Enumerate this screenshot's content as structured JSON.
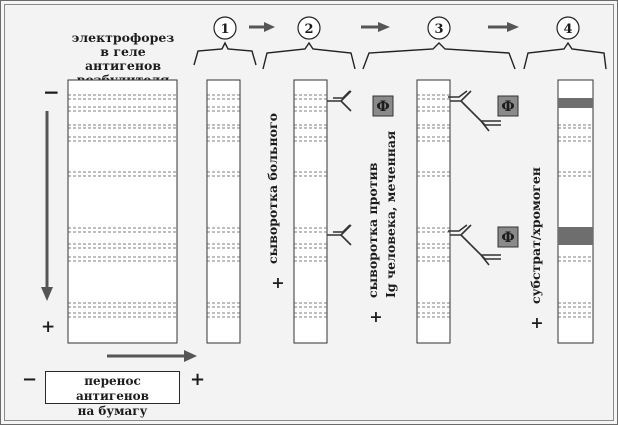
{
  "title_lines": [
    "электрофорез",
    "в геле",
    "антигенов",
    "возбудителя"
  ],
  "transfer": {
    "lines": [
      "перенос антигенов",
      "на бумагу"
    ],
    "minus": "−",
    "plus": "+"
  },
  "gel_polarity": {
    "minus": "−",
    "plus": "+"
  },
  "steps": [
    {
      "number": "1"
    },
    {
      "number": "2"
    },
    {
      "number": "3"
    },
    {
      "number": "4"
    }
  ],
  "reagents": {
    "patient_serum": "сыворотка больного",
    "anti_ig_line1": "сыворотка против",
    "anti_ig_line2": "Ig человека, меченная",
    "substrate": "субстрат/хромоген",
    "plus": "+"
  },
  "enzyme_label": "Ф",
  "colors": {
    "ink": "#1c1c1c",
    "band_dark": "#6e6e6e",
    "enzyme_fill": "#8a8a8a",
    "arrow": "#555555"
  }
}
